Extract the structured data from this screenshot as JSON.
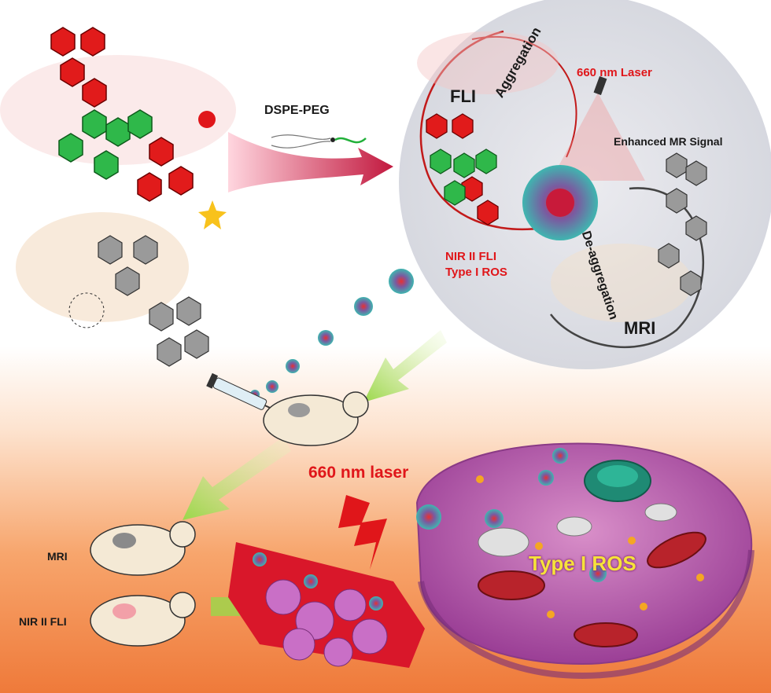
{
  "labels": {
    "dspe_peg": "DSPE-PEG",
    "fli": "FLI",
    "aggregation": "Aggregation",
    "laser_top": "660 nm Laser",
    "enhanced_mr": "Enhanced MR Signal",
    "nir_fli": "NIR II FLI",
    "type_i_ros_top": "Type I ROS",
    "de_aggregation": "De-aggregation",
    "mri_top": "MRI",
    "laser_bottom": "660 nm laser",
    "mri_bottom": "MRI",
    "nir_fli_bottom": "NIR II FLI",
    "type_i_ros_cell": "Type I ROS"
  },
  "colors": {
    "red_label": "#e0161a",
    "green_ring": "#1fa83a",
    "red_ring": "#e3201e",
    "cell_purple": "#b25aa8",
    "arrow_green": "#a6e05a",
    "arrow_pink": "#d8305a"
  }
}
